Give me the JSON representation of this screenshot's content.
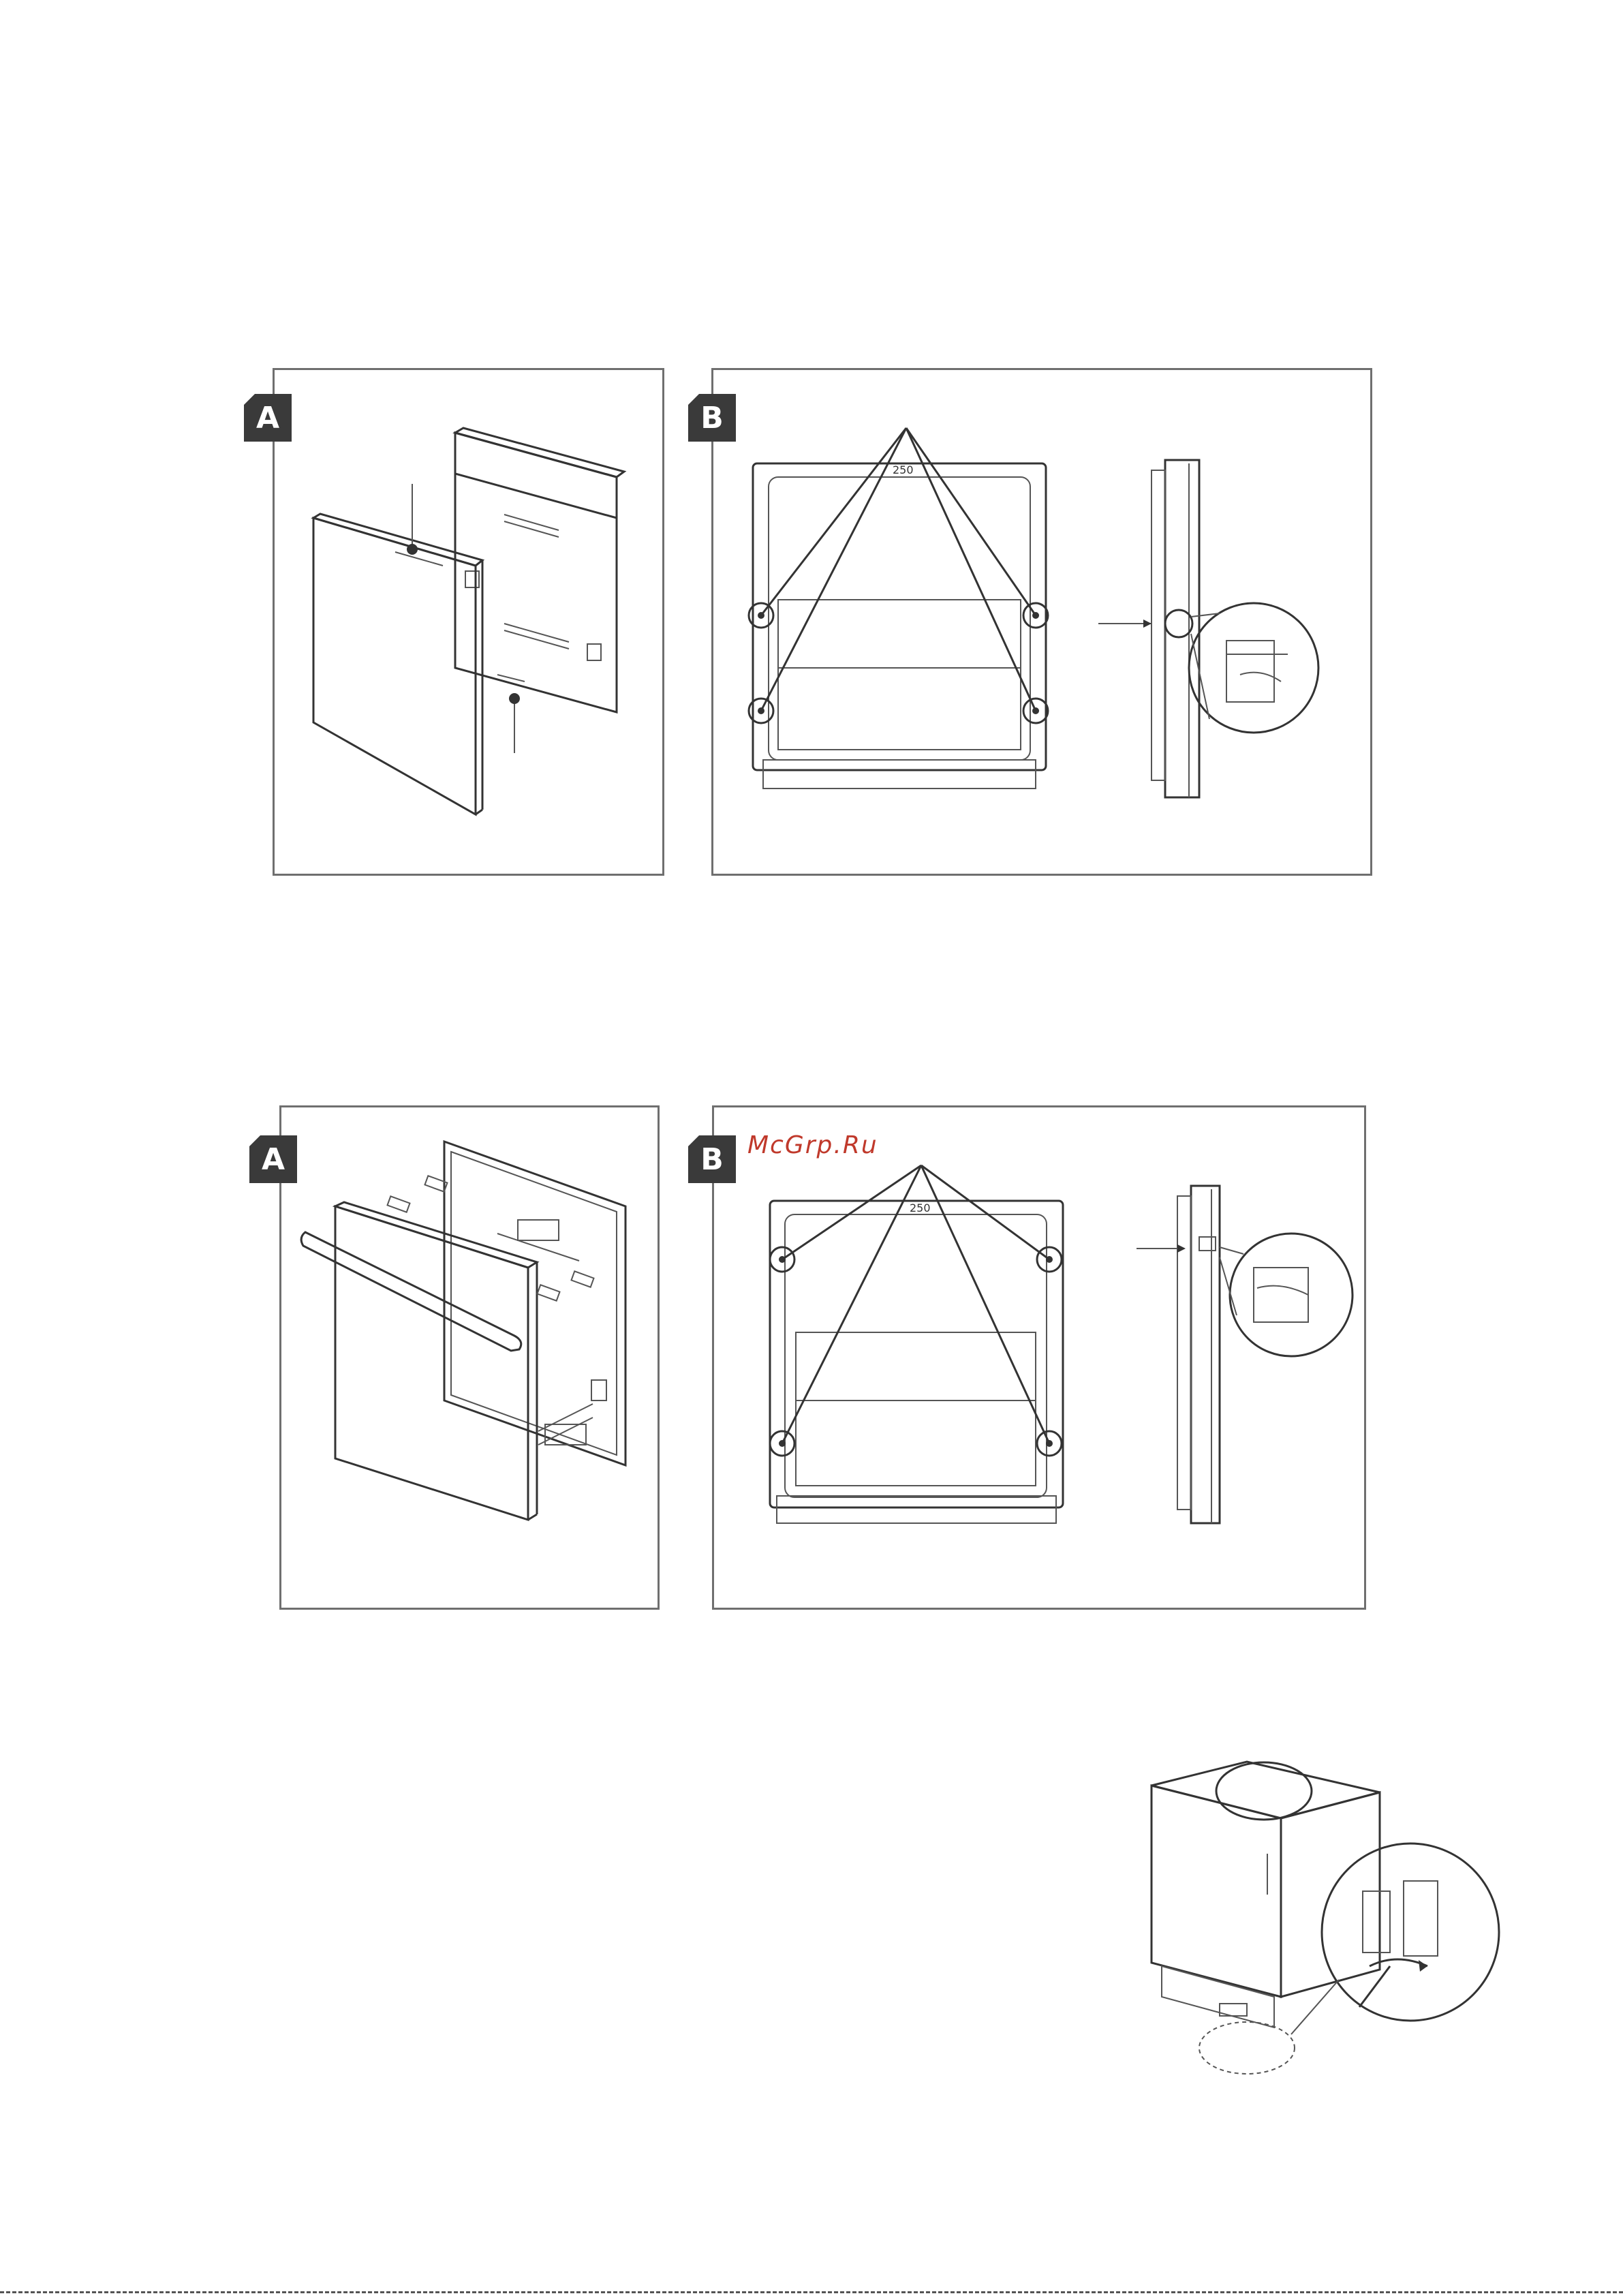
{
  "figure1": {
    "panel_a_label": "A",
    "panel_b_label": "B"
  },
  "figure2": {
    "panel_a_label": "A",
    "panel_b_label": "B"
  },
  "watermark": "McGrp.Ru"
}
